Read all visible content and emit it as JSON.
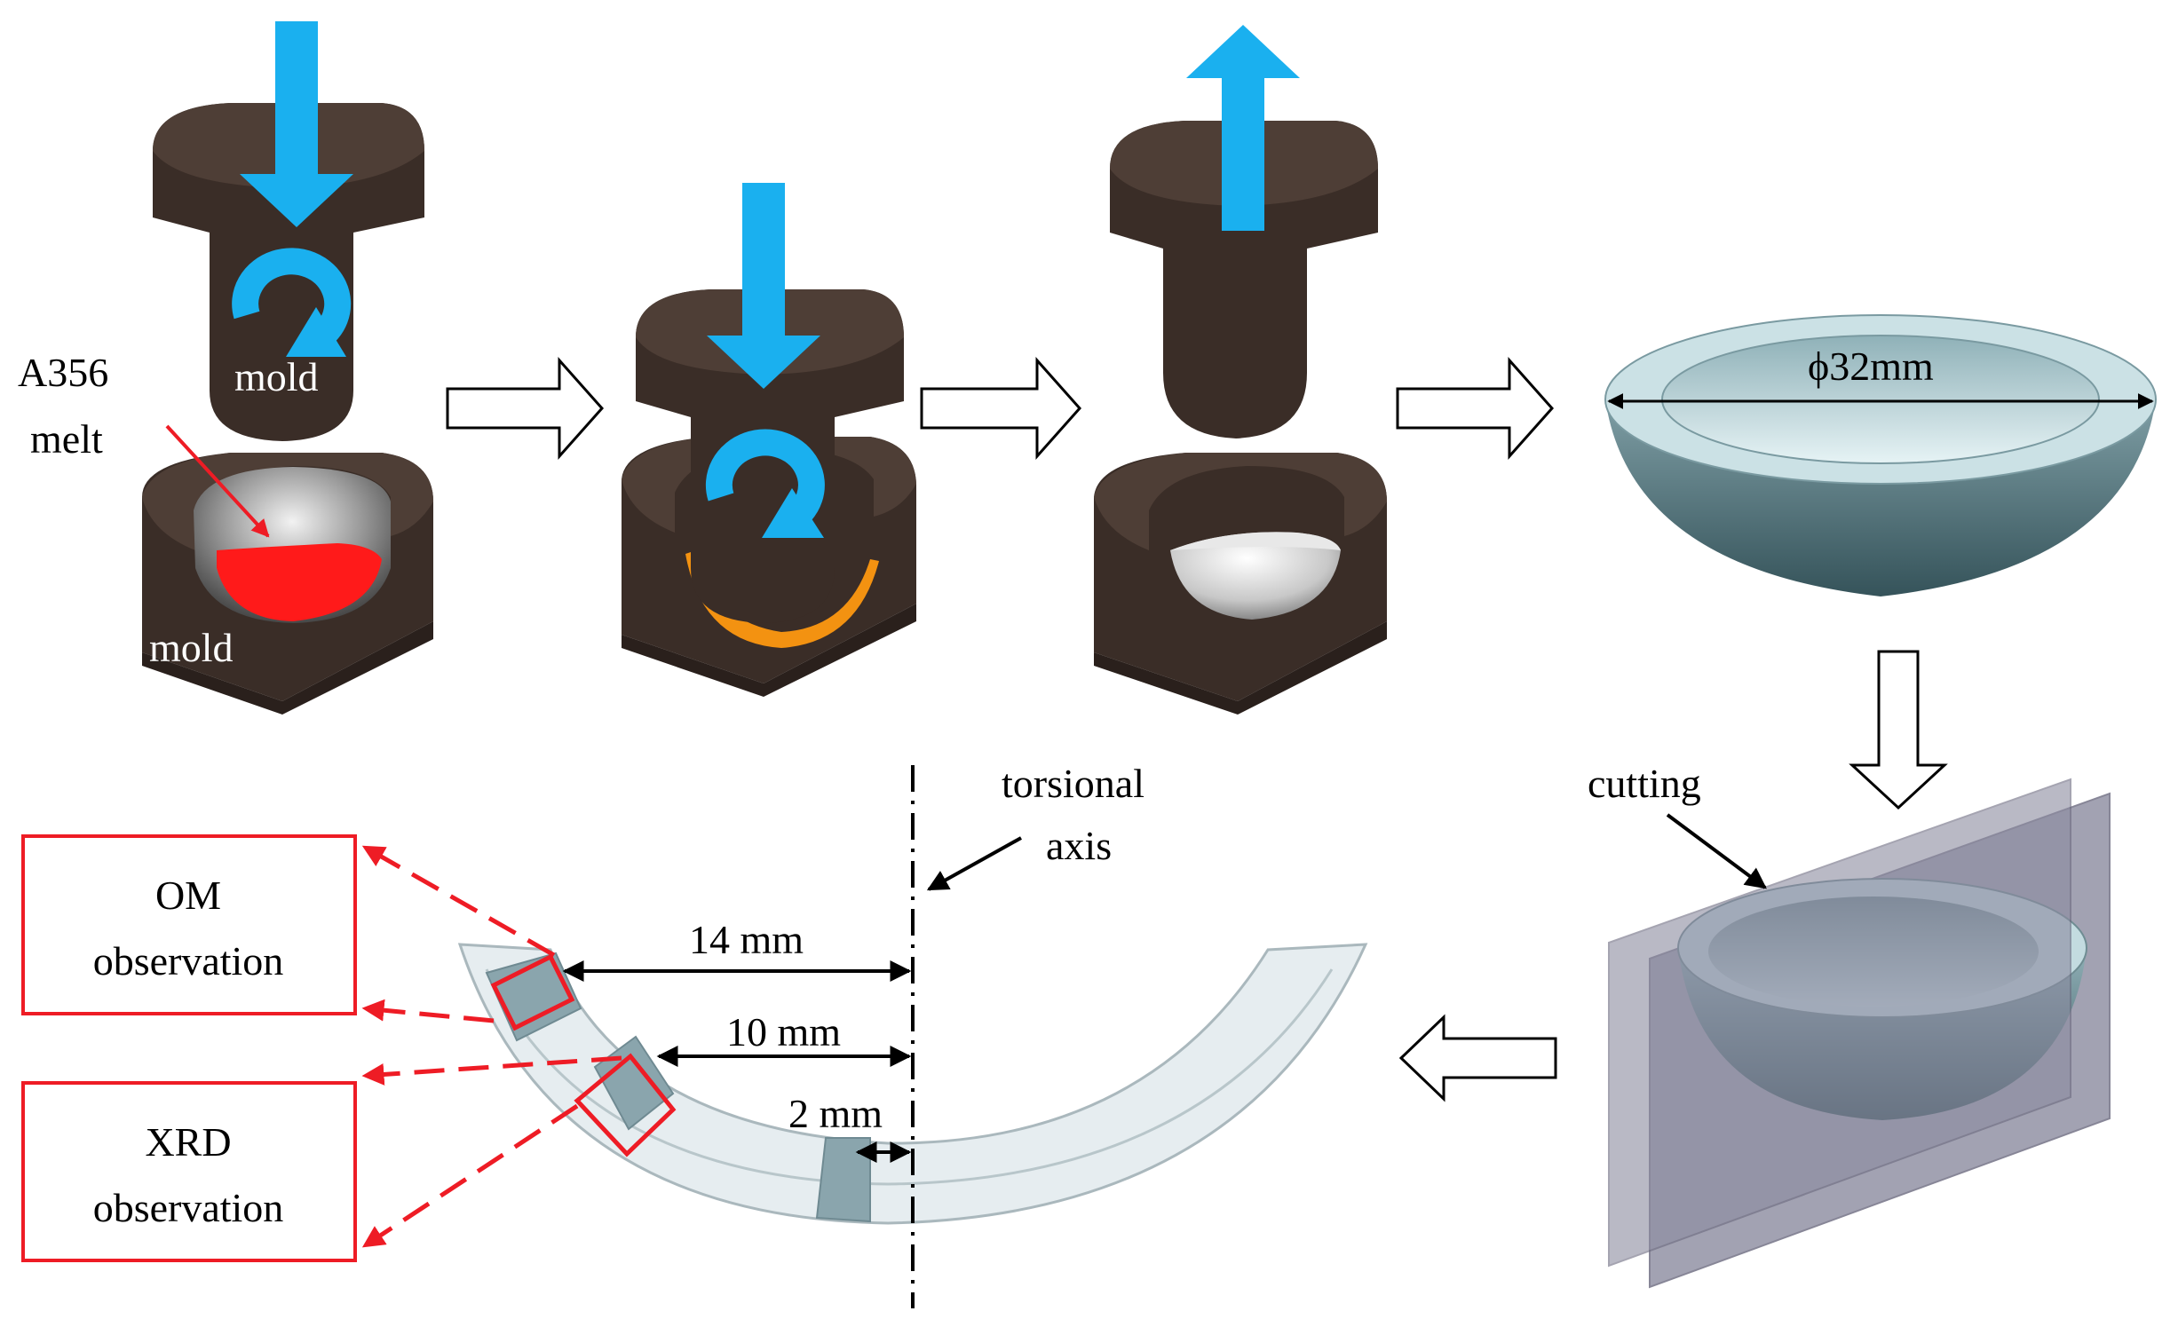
{
  "labels": {
    "mold_top": "mold",
    "mold_bottom": "mold",
    "melt_line1": "A356",
    "melt_line2": "melt",
    "diameter": "ϕ32mm",
    "cutting": "cutting",
    "axis_line1": "torsional",
    "axis_line2": "axis",
    "dim_14": "14 mm",
    "dim_10": "10 mm",
    "dim_2": "2 mm",
    "om_line1": "OM",
    "om_line2": "observation",
    "xrd_line1": "XRD",
    "xrd_line2": "observation"
  },
  "colors": {
    "mold": "#3a2d27",
    "mold_top_face": "#4e3e36",
    "press_arrow": "#1ab0ef",
    "melt": "#ff1a1a",
    "deforming_melt": "#f39211",
    "bowl": "#a9c7cd",
    "bowl_dark": "#3b5960",
    "cut_plane": "#8c8ba0",
    "marker": "#ee1c25"
  }
}
